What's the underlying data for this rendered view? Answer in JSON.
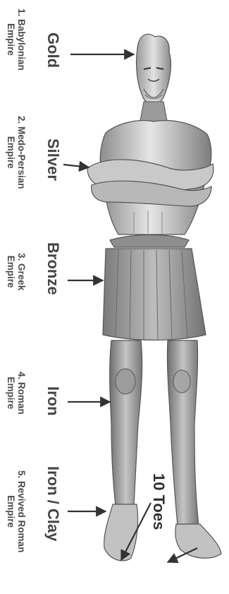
{
  "sections": [
    {
      "metal": "Gold",
      "number": "1.",
      "empire_line1": "Babylonian",
      "empire_line2": "Empire"
    },
    {
      "metal": "Silver",
      "number": "2.",
      "empire_line1": "Medo-Persian",
      "empire_line2": "Empire"
    },
    {
      "metal": "Bronze",
      "number": "3.",
      "empire_line1": "Greek",
      "empire_line2": "Empire"
    },
    {
      "metal": "Iron",
      "number": "4.",
      "empire_line1": "Roman",
      "empire_line2": "Empire"
    },
    {
      "metal": "Iron / Clay",
      "number": "5.",
      "empire_line1": "Revived Roman",
      "empire_line2": "Empire"
    }
  ],
  "toes_label": "10 Toes",
  "colors": {
    "text": "#444444",
    "arrow": "#333333",
    "statue_light": "#d9d9d9",
    "statue_mid": "#a8a8a8",
    "statue_dark": "#6e6e6e"
  }
}
